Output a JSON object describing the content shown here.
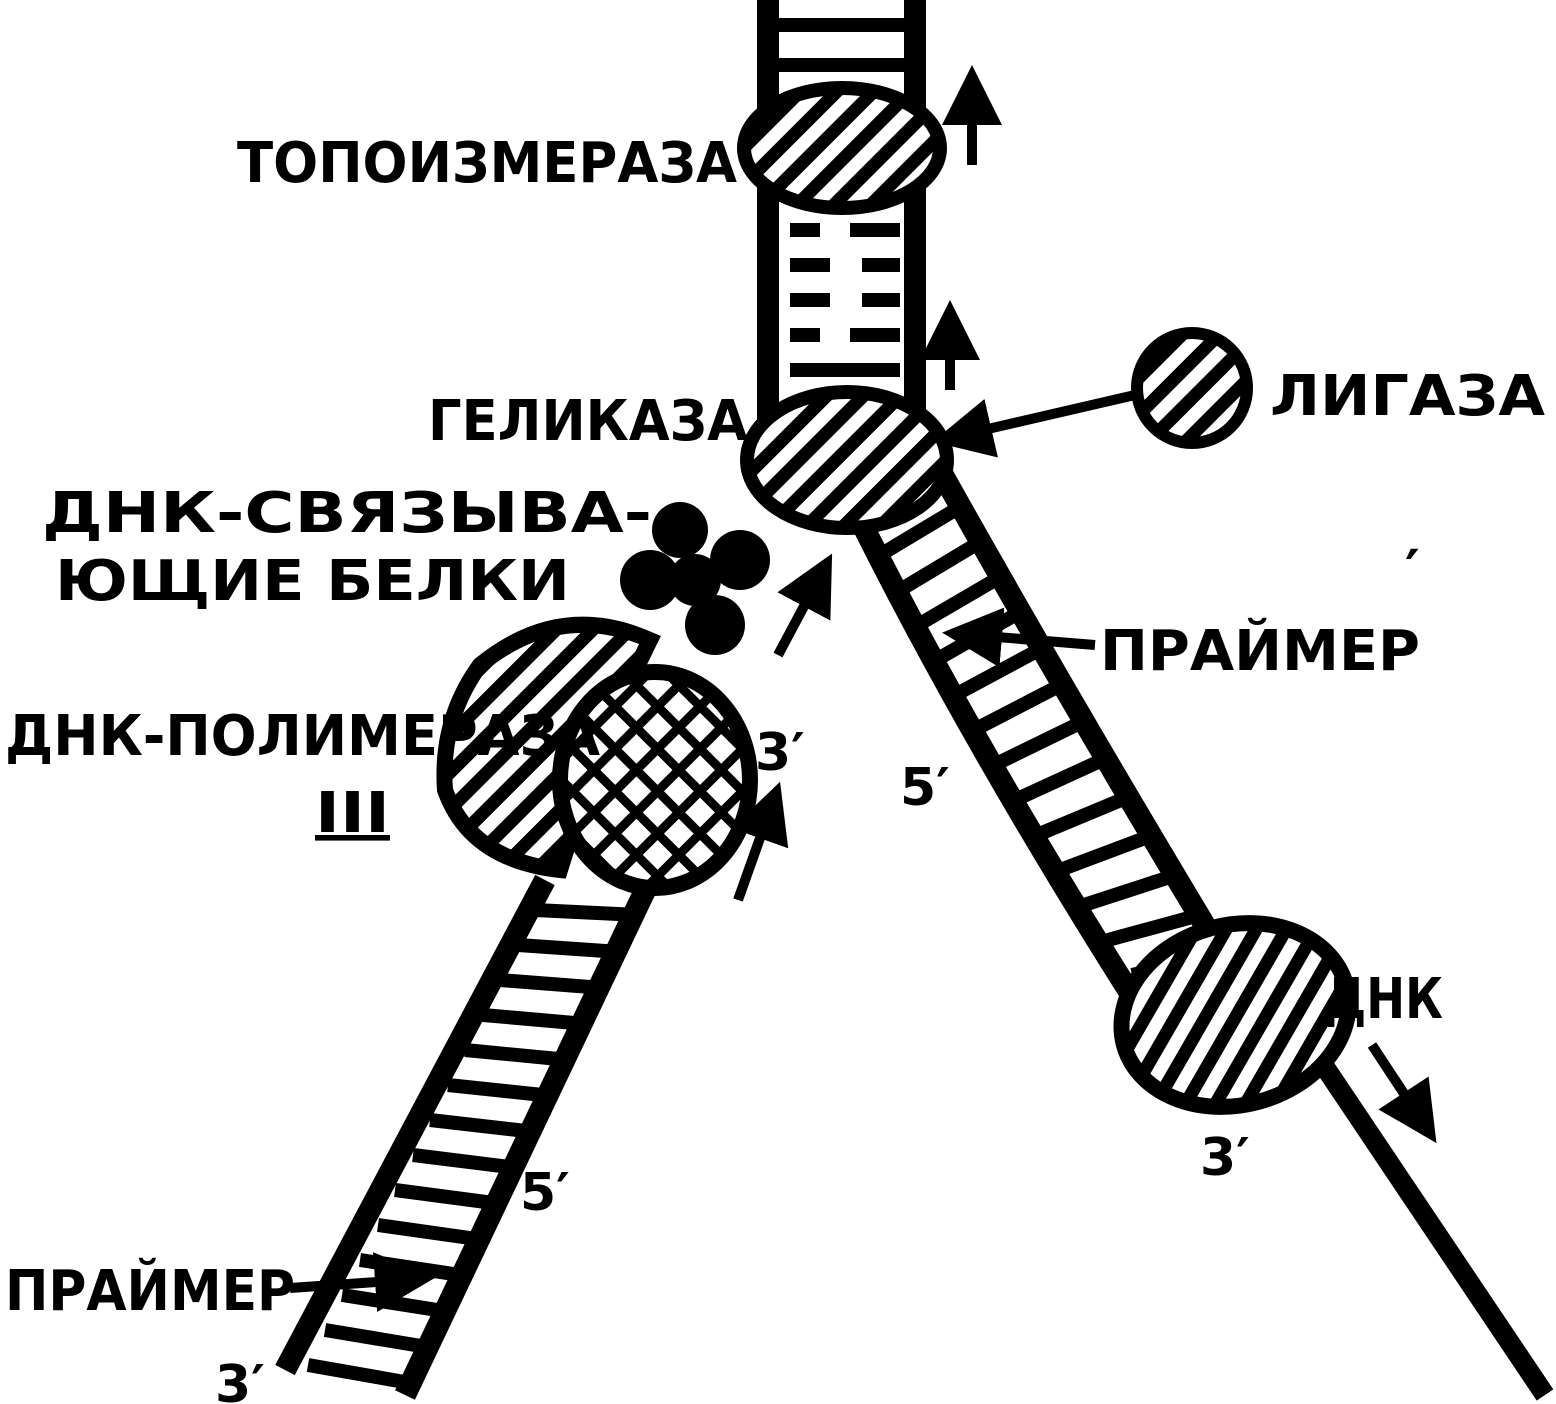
{
  "labels": {
    "topoisomerase": "ТОПОИЗМЕРАЗА",
    "helicase": "ГЕЛИКАЗА",
    "ligase": "ЛИГАЗА",
    "ssb_line1": "ДНК-СВЯЗЫВА-",
    "ssb_line2": "ЮЩИЕ БЕЛКИ",
    "primer_right": "ПРАЙМЕР",
    "primer_right_mark": "′",
    "polymerase": "ДНК-ПОЛИМЕРАЗА",
    "polymerase_roman": "III",
    "primer_left": "ПРАЙМЕР",
    "dna": "ДНК"
  },
  "ends": {
    "three_prime_lead": "3′",
    "five_prime_right": "5′",
    "five_prime_lower": "5′",
    "three_prime_lag": "3′",
    "three_prime_bottom": "3′"
  },
  "colors": {
    "ink": "#000000",
    "paper": "#ffffff"
  }
}
